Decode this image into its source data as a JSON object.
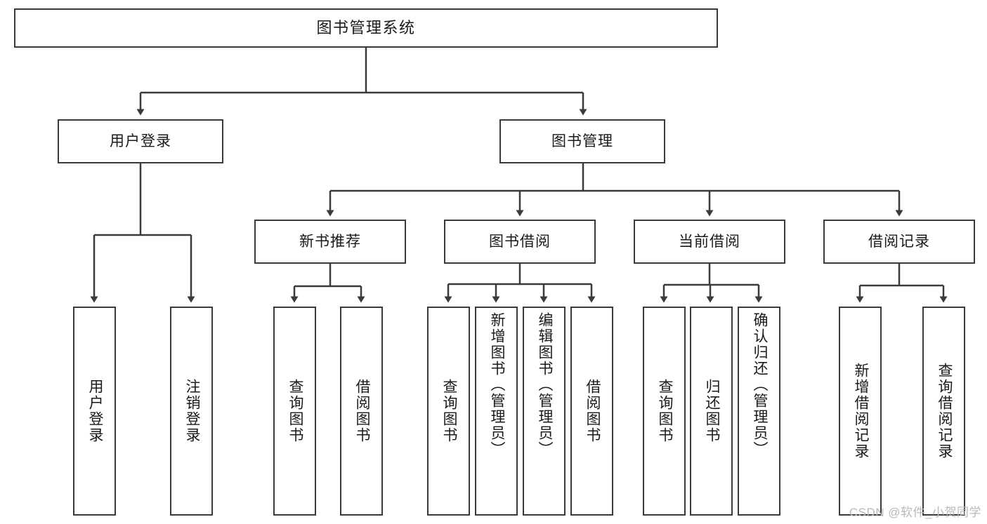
{
  "diagram": {
    "type": "hierarchy-tree",
    "title": "图书管理系统",
    "orientation": "top-down",
    "colors": {
      "border": "#3a3a3a",
      "background": "#ffffff",
      "text": "#1a1a1a",
      "watermark": "#b9b9b9"
    },
    "levels": {
      "root": "图书管理系统",
      "level1": [
        "用户登录",
        "图书管理"
      ],
      "level2": [
        "新书推荐",
        "图书借阅",
        "当前借阅",
        "借阅记录"
      ]
    },
    "nodes": {
      "root": {
        "label": "图书管理系统"
      },
      "user_login": {
        "label": "用户登录"
      },
      "book_manage": {
        "label": "图书管理"
      },
      "new_book_rec": {
        "label": "新书推荐"
      },
      "book_borrow": {
        "label": "图书借阅"
      },
      "current_borrow": {
        "label": "当前借阅"
      },
      "borrow_record": {
        "label": "借阅记录"
      }
    },
    "leaves": {
      "user_login": [
        {
          "label": "用户登录"
        },
        {
          "label": "注销登录"
        }
      ],
      "new_book_rec": [
        {
          "label": "查询图书"
        },
        {
          "label": "借阅图书"
        }
      ],
      "book_borrow": [
        {
          "label": "查询图书"
        },
        {
          "label": "新增图书（管理员）"
        },
        {
          "label": "编辑图书（管理员）"
        },
        {
          "label": "借阅图书"
        }
      ],
      "current_borrow": [
        {
          "label": "查询图书"
        },
        {
          "label": "归还图书"
        },
        {
          "label": "确认归还（管理员）"
        }
      ],
      "borrow_record": [
        {
          "label": "新增借阅记录"
        },
        {
          "label": "查询借阅记录"
        }
      ]
    },
    "watermark": "CSDN @软件_小贺同学"
  }
}
